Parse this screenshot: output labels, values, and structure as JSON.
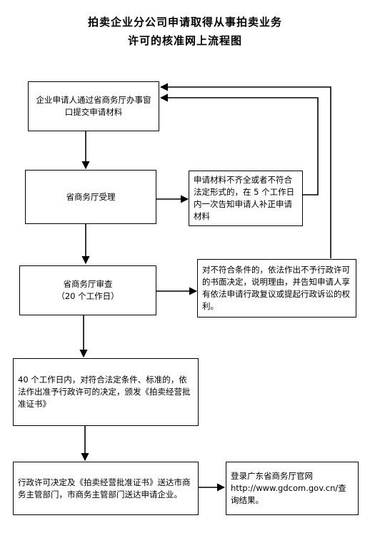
{
  "title": {
    "line1": "拍卖企业分公司申请取得从事拍卖业务",
    "line2": "许可的核准网上流程图"
  },
  "nodes": {
    "submit": {
      "text": "企业申请人通过省商务厅办事窗口提交申请材料"
    },
    "accept": {
      "text": "省商务厅受理"
    },
    "incomplete": {
      "text": "申请材料不齐全或者不符合法定形式的，在 5 个工作日内一次告知申请人补正申请材料"
    },
    "review": {
      "line1": "省商务厅审查",
      "line2": "（20 个工作日）"
    },
    "reject": {
      "text": "对不符合条件的，依法作出不予行政许可的书面决定，说明理由，并告知申请人享有依法申请行政复议或提起行政诉讼的权利。"
    },
    "approve": {
      "text": "40 个工作日内，对符合法定条件、标准的，依法作出准予行政许可的决定，颁发《拍卖经营批准证书》"
    },
    "deliver": {
      "text": "行政许可决定及《拍卖经营批准证书》送达市商务主管部门，市商务主管部门送达申请企业。"
    },
    "query": {
      "text": "登录广东省商务厅官网 http://www.gdcom.gov.cn/查询结果。"
    }
  }
}
